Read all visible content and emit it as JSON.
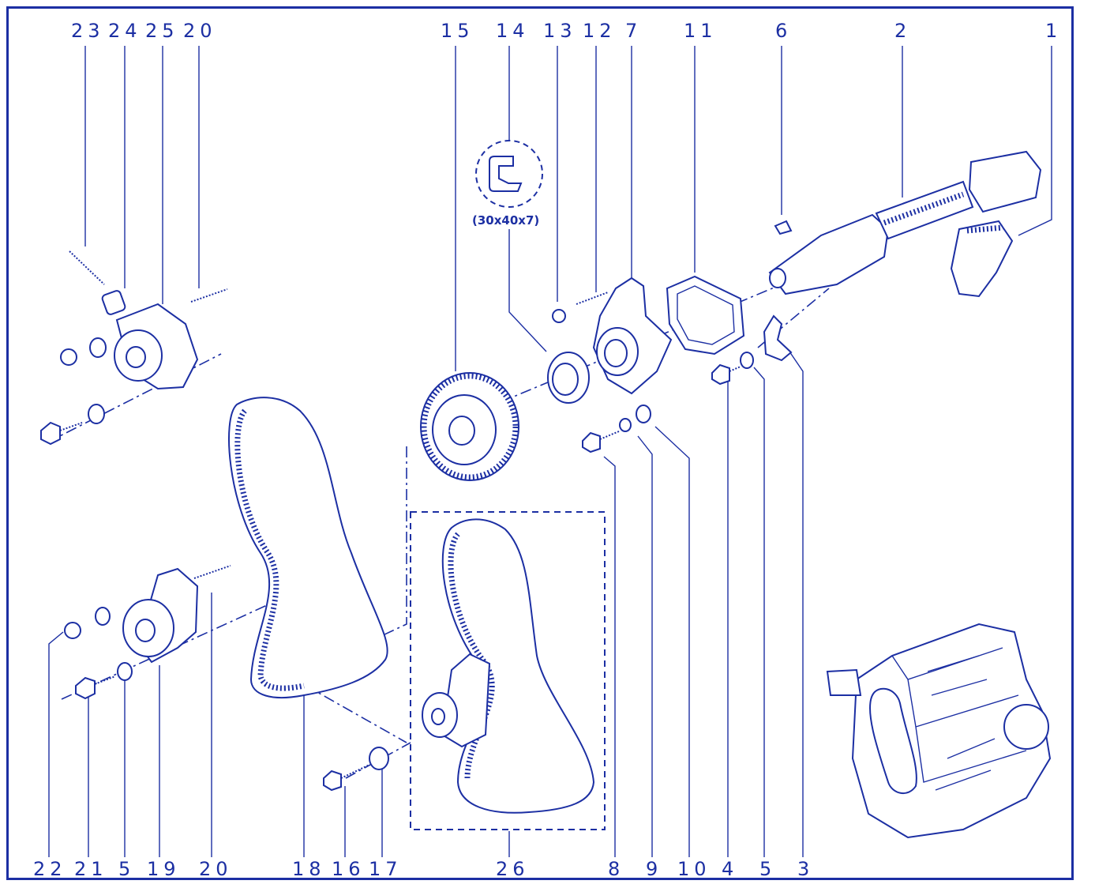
{
  "diagram": {
    "accent_color": "#1c2fa3",
    "callouts_top": [
      "23",
      "24",
      "25",
      "20",
      "15",
      "14",
      "13",
      "12",
      "7",
      "11",
      "6",
      "2",
      "1"
    ],
    "callouts_bottom": [
      "22",
      "21",
      "5",
      "19",
      "20",
      "18",
      "16",
      "17",
      "26",
      "8",
      "9",
      "10",
      "4",
      "5",
      "3"
    ],
    "seal_dimension": "(30x40x7)"
  }
}
